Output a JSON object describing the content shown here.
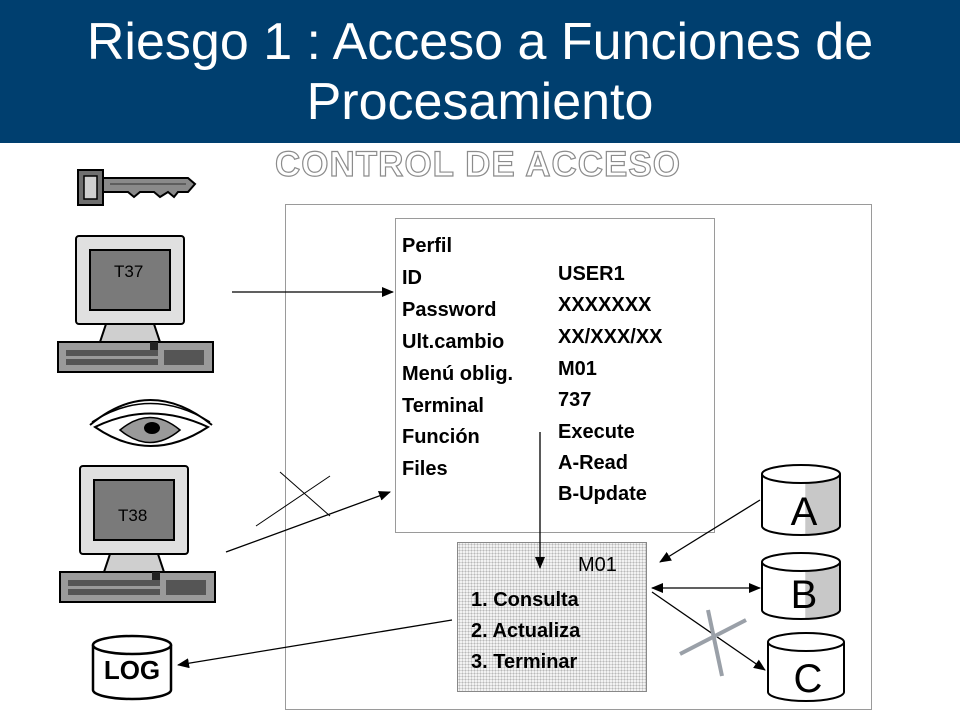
{
  "title": {
    "line1": "Riesgo 1 : Acceso a Funciones de",
    "line2": "Procesamiento"
  },
  "subtitle": "CONTROL DE ACCESO",
  "terminals": [
    {
      "label": "T37"
    },
    {
      "label": "T38"
    }
  ],
  "profile": {
    "labels": [
      "Perfil",
      "ID",
      "Password",
      "Ult.cambio",
      "Menú oblig.",
      "Terminal",
      "Función",
      "Files"
    ],
    "values": [
      "USER1",
      "XXXXXXX",
      "XX/XXX/XX",
      "M01",
      "737",
      "Execute",
      "A-Read",
      "B-Update"
    ]
  },
  "menu": {
    "code": "M01",
    "items": [
      "1. Consulta",
      "2. Actualiza",
      "3. Terminar"
    ]
  },
  "databases": [
    {
      "label": "A"
    },
    {
      "label": "B"
    },
    {
      "label": "C"
    }
  ],
  "log_label": "LOG",
  "colors": {
    "title_bg": "#003f6f",
    "title_text": "#ffffff",
    "cross_mark": "#9aa0a8"
  },
  "icons": [
    "key-icon",
    "computer-terminal-icon",
    "eye-icon",
    "database-cylinder-icon"
  ]
}
